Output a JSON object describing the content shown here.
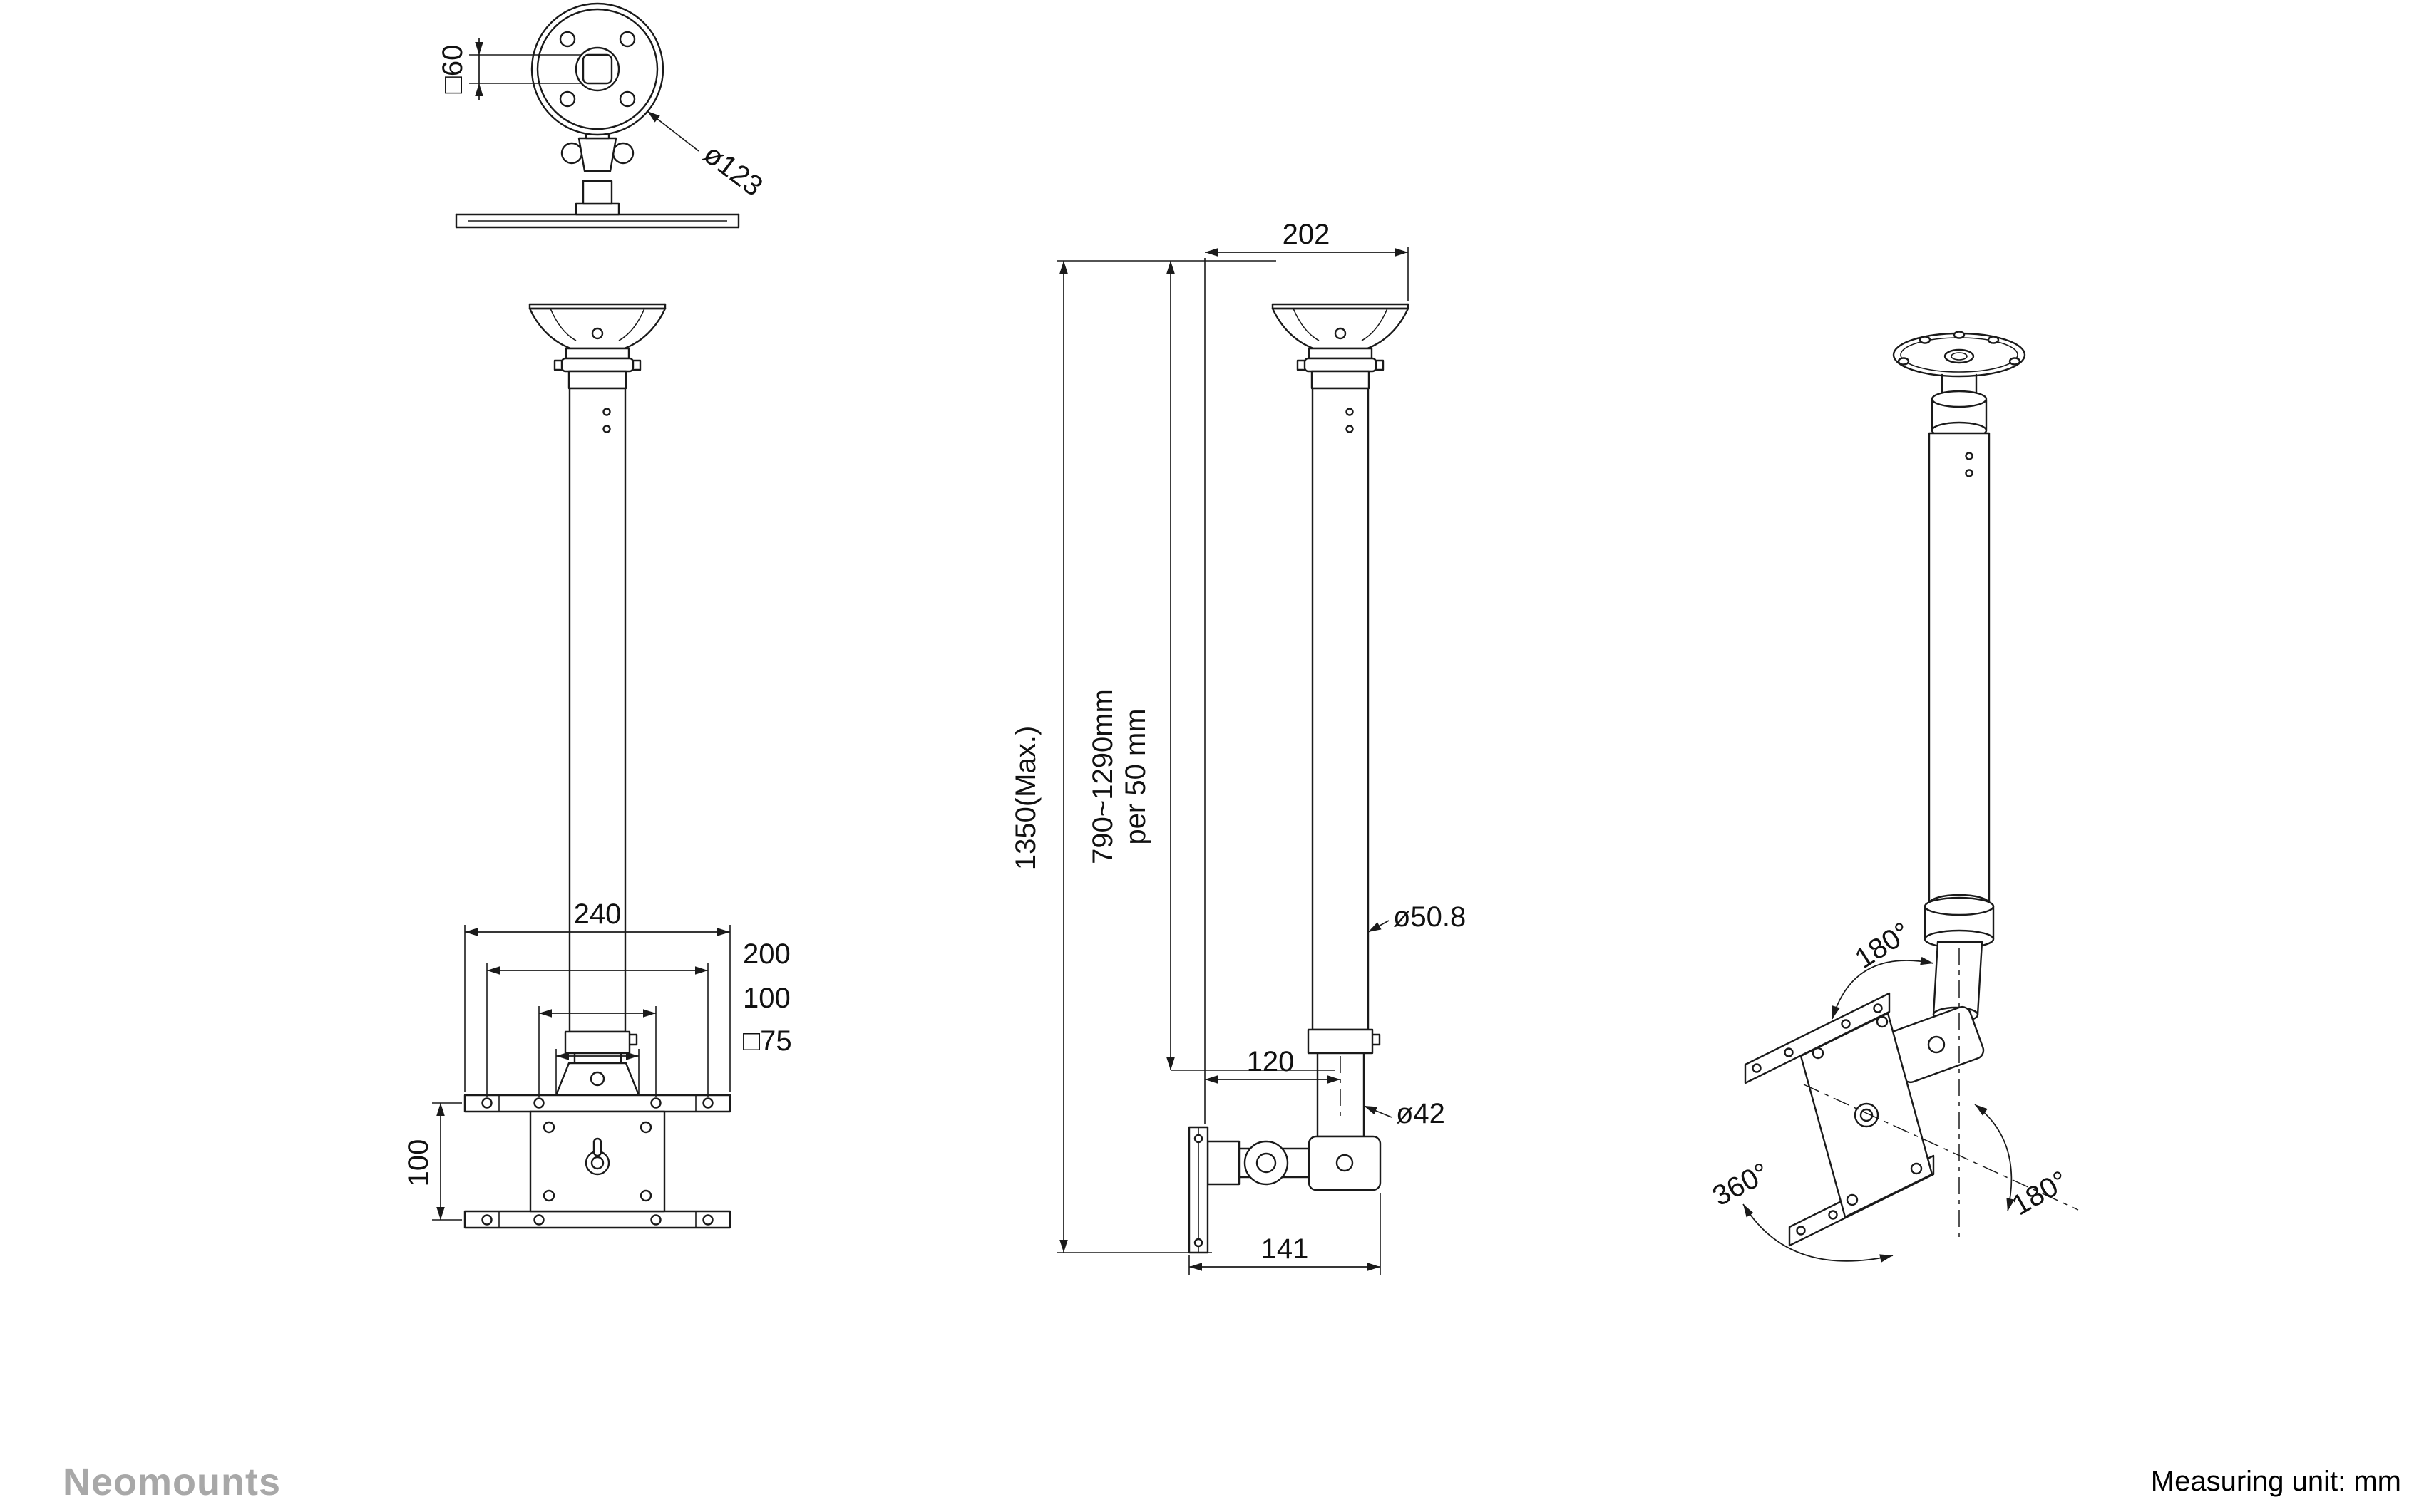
{
  "drawing": {
    "background": "#ffffff",
    "line_color": "#1a1a1a",
    "brand_color": "#a8a8a8"
  },
  "footer": {
    "brand": "Neomounts",
    "unit_note": "Measuring unit: mm"
  },
  "top_view": {
    "labels": {
      "square_hole": "□60",
      "plate_diameter": "ø123"
    }
  },
  "front_view": {
    "labels": {
      "rail_width": "240",
      "hole_spacing": "200",
      "vesa_width": "100",
      "vesa_square": "□75",
      "vesa_height": "100"
    }
  },
  "side_view": {
    "labels": {
      "depth": "202",
      "total_height": "1350(Max.)",
      "height_range": "790~1290mm",
      "height_step": "per 50 mm",
      "pole_diameter": "ø50.8",
      "pivot_offset": "120",
      "tube_diameter": "ø42",
      "bracket_depth": "141"
    }
  },
  "perspective_view": {
    "labels": {
      "tilt_range": "180°",
      "swivel_range": "360°",
      "rotation_range": "180°"
    }
  }
}
